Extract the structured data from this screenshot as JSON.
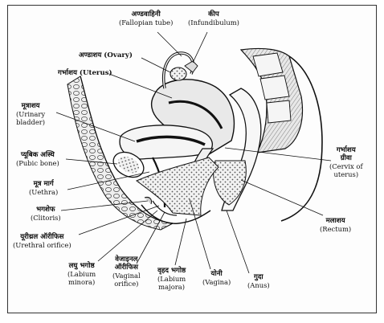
{
  "labels": {
    "fallopian": {
      "hindi": "अण्डवाहिनी",
      "english": "(Fallopian tube)"
    },
    "infundibulum": {
      "hindi": "कीप",
      "english": "(Infundibulum)"
    },
    "ovary": {
      "text": "अण्डाशय (Ovary)"
    },
    "uterus": {
      "text": "गर्भाशय (Uterus)"
    },
    "bladder": {
      "hindi": "मूत्राशय",
      "english1": "(Urinary",
      "english2": "bladder)"
    },
    "pubic": {
      "hindi": "प्यूबिक अस्थि",
      "english": "(Pubic bone)"
    },
    "urethra": {
      "hindi": "मूत्र मार्ग",
      "english": "(Uethra)"
    },
    "clitoris": {
      "hindi": "भगशेफ",
      "english": "(Clitoris)"
    },
    "urethral_orifice": {
      "hindi": "यूरीथ्रल ऑरीफिस",
      "english": "(Urethral orifice)"
    },
    "labium_minora": {
      "hindi": "लघु भगोष्ठ",
      "english1": "(Labium",
      "english2": "minora)"
    },
    "vaginal_orifice": {
      "hindi1": "वेजाइनल",
      "hindi2": "ऑरीफिस",
      "english1": "(Vaginal",
      "english2": "orifice)"
    },
    "labium_majora": {
      "hindi": "वृहद भगोष्ठ",
      "english1": "(Labium",
      "english2": "majora)"
    },
    "vagina": {
      "hindi": "योनी",
      "english": "(Vagina)"
    },
    "anus": {
      "hindi": "गुदा",
      "english": "(Anus)"
    },
    "cervix": {
      "hindi1": "गर्भाशय",
      "hindi2": "ग्रीवा",
      "english1": "(Cervix of",
      "english2": "uterus)"
    },
    "rectum": {
      "hindi": "मलाशय",
      "english": "(Rectum)"
    }
  },
  "colors": {
    "ink": "#111111",
    "paper": "#fdfdfd",
    "tissue": "#d8d8d8",
    "dark": "#1a1a1a"
  }
}
